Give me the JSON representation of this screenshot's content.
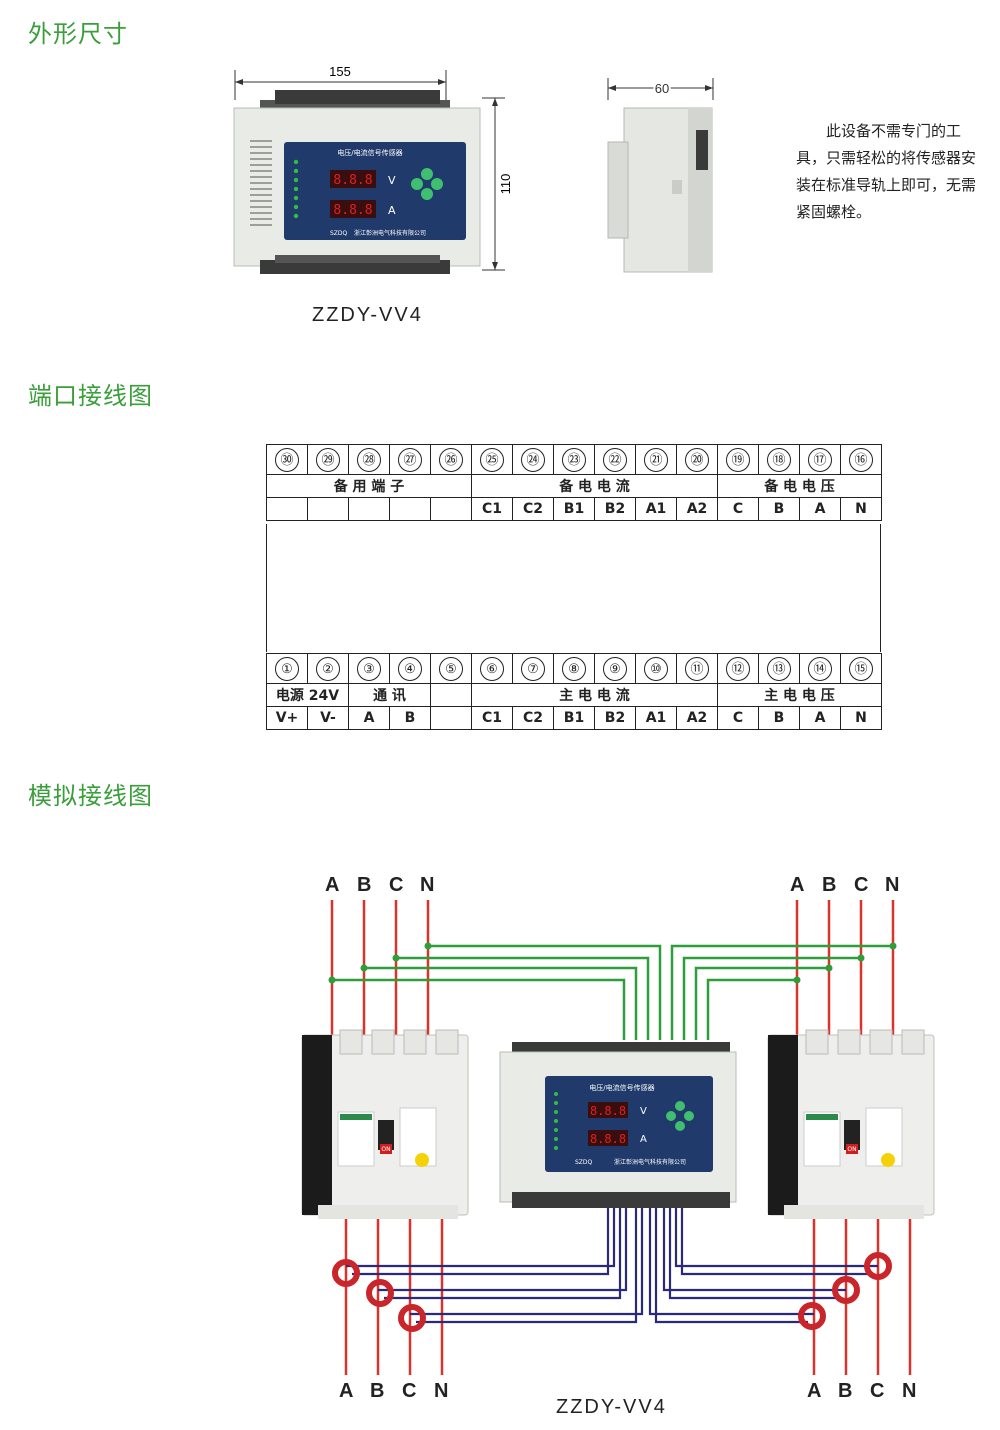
{
  "sections": {
    "dimensions_title": "外形尺寸",
    "ports_title": "端口接线图",
    "wiring_title": "模拟接线图"
  },
  "dimensions": {
    "width_label": "155",
    "height_label": "110",
    "depth_label": "60",
    "model": "ZZDY-VV4"
  },
  "device": {
    "panel_title": "电压/电流信号传感器",
    "company": "浙江彰洲电气科技有限公司",
    "brand": "SZDQ",
    "unit_v": "V",
    "unit_a": "A"
  },
  "note": "此设备不需专门的工具，只需轻松的将传感器安装在标准导轨上即可，无需紧固螺栓。",
  "ports": {
    "top_numbers": [
      "㉚",
      "㉙",
      "㉘",
      "㉗",
      "㉖",
      "㉕",
      "㉔",
      "㉓",
      "㉒",
      "㉑",
      "⑳",
      "⑲",
      "⑱",
      "⑰",
      "⑯"
    ],
    "top_groups": [
      "备 用 端 子",
      "备 电 电 流",
      "备 电 电 压"
    ],
    "top_pins": [
      "",
      "",
      "",
      "",
      "",
      "C1",
      "C2",
      "B1",
      "B2",
      "A1",
      "A2",
      "C",
      "B",
      "A",
      "N"
    ],
    "bottom_numbers": [
      "①",
      "②",
      "③",
      "④",
      "⑤",
      "⑥",
      "⑦",
      "⑧",
      "⑨",
      "⑩",
      "⑪",
      "⑫",
      "⑬",
      "⑭",
      "⑮"
    ],
    "bottom_groups": [
      "电源 24V",
      "通 讯",
      "",
      "主 电 电 流",
      "主 电 电 压"
    ],
    "bottom_pins": [
      "V+",
      "V-",
      "A",
      "B",
      "",
      "C1",
      "C2",
      "B1",
      "B2",
      "A1",
      "A2",
      "C",
      "B",
      "A",
      "N"
    ]
  },
  "wiring": {
    "phases_top_left": [
      "A",
      "B",
      "C",
      "N"
    ],
    "phases_top_right": [
      "A",
      "B",
      "C",
      "N"
    ],
    "phases_bottom_left": [
      "A",
      "B",
      "C",
      "N"
    ],
    "phases_bottom_right": [
      "A",
      "B",
      "C",
      "N"
    ],
    "model": "ZZDY-VV4",
    "breaker_on": "ON"
  },
  "colors": {
    "section_title": "#3a9e3a",
    "phase_wire": "#d8342c",
    "voltage_wire": "#2e9e3a",
    "current_wire": "#2b2a7a",
    "panel": "#1f3a6b",
    "led": "#e02020"
  }
}
